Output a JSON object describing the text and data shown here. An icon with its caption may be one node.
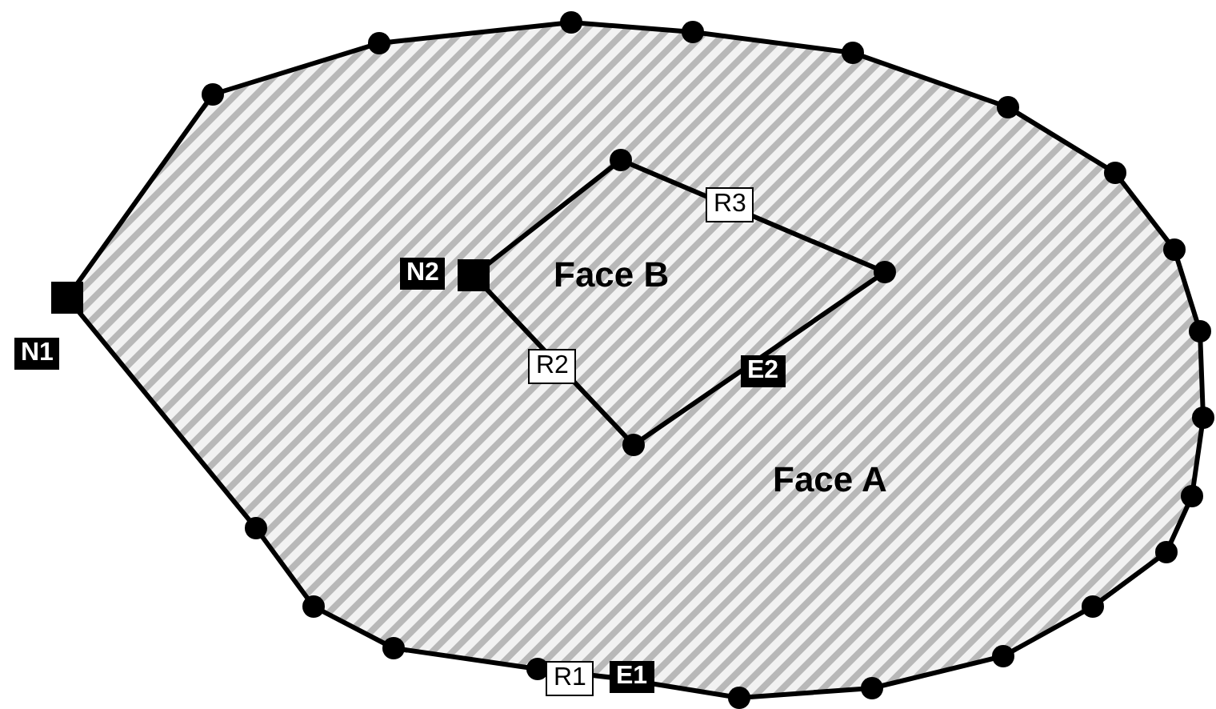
{
  "diagram": {
    "labels": [
      "R3",
      "N2",
      "Face B",
      "N1",
      "R2",
      "E2",
      "Face A",
      "R1",
      "E1"
    ]
  }
}
